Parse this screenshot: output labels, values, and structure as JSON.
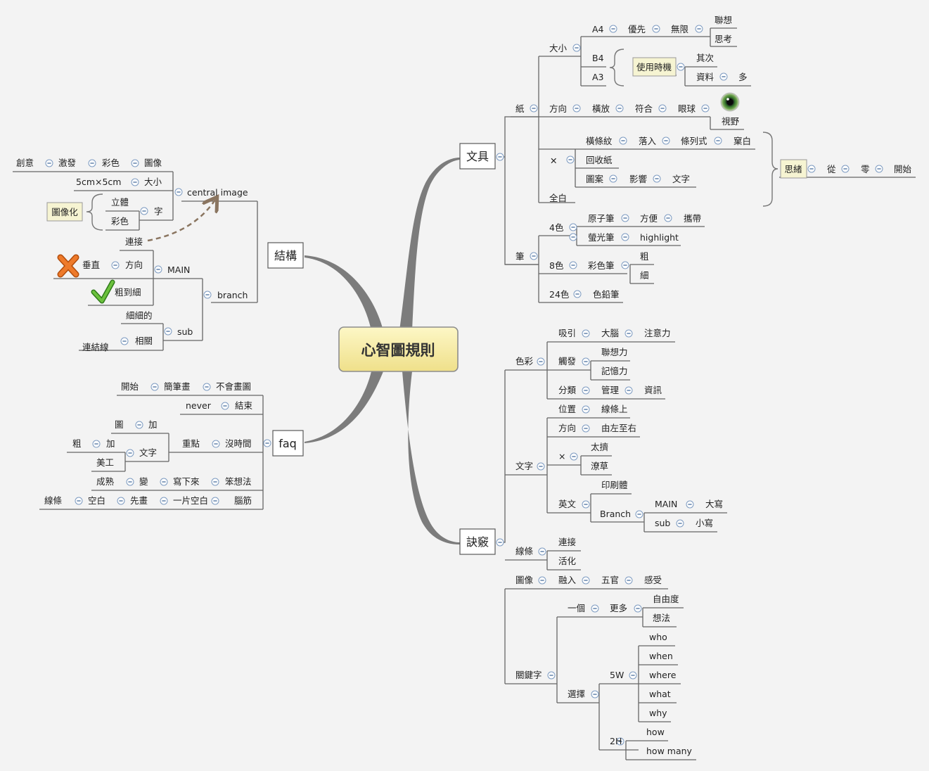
{
  "central_topic": "心智圖規則",
  "branches": {
    "wenju": "文具",
    "jiegou": "結構",
    "faq": "faq",
    "jueqiao": "訣竅"
  },
  "wenju": {
    "zhi": "紙",
    "daxiao": "大小",
    "a4": "A4",
    "youxian": "優先",
    "wuxian": "無限",
    "lianxiang": "聯想",
    "sikao": "思考",
    "b4": "B4",
    "a3": "A3",
    "shiyong": "使用時機",
    "qici": "其次",
    "ziliao": "資料",
    "duo": "多",
    "fangxiang": "方向",
    "hengfang": "橫放",
    "fuhe": "符合",
    "yanqiu": "眼球",
    "shiye": "視野",
    "x_mark": "✕",
    "hengtiaowen": "橫條紋",
    "luoru": "落入",
    "tiaolieshi": "條列式",
    "kuibai": "窠白",
    "huishouzhi": "回收紙",
    "tuan": "圖案",
    "yingxiang": "影響",
    "wenzi": "文字",
    "quanbai": "全白",
    "sixu": "思緒",
    "cong": "從",
    "ling": "零",
    "kaishi": "開始",
    "bi": "筆",
    "se4": "4色",
    "yuanzibi": "原子筆",
    "fangbian": "方便",
    "xiedai": "攜帶",
    "yingguangbi": "螢光筆",
    "highlight": "highlight",
    "se8": "8色",
    "caisebi": "彩色筆",
    "cu": "粗",
    "xi": "細",
    "se24": "24色",
    "seqianbi": "色鉛筆"
  },
  "jiegou": {
    "central_image": "central image",
    "chuangyi": "創意",
    "jifa": "激發",
    "caise": "彩色",
    "tuxiang": "圖像",
    "size_val": "5cm×5cm",
    "daxiao": "大小",
    "zi": "字",
    "liti": "立體",
    "caise2": "彩色",
    "tuxianghua": "圖像化",
    "lianjie": "連接",
    "main": "MAIN",
    "fangxiang": "方向",
    "chuizhi": "垂直",
    "cudaoxi": "粗到細",
    "branch": "branch",
    "sub": "sub",
    "xixide": "細細的",
    "xiangguan": "相關",
    "lianjiexian": "連結線"
  },
  "faq": {
    "kaishi": "開始",
    "jianbihua": "簡筆畫",
    "buhuihuatu": "不會畫圖",
    "never": "never",
    "jieshu": "結束",
    "meishijian": "沒時間",
    "zhongdian": "重點",
    "tu": "圖",
    "jia1": "加",
    "cu": "粗",
    "jia2": "加",
    "wenzi": "文字",
    "meigong": "美工",
    "benxiangfa": "笨想法",
    "xiexialai": "寫下來",
    "bian": "變",
    "chengshu": "成熟",
    "naojin": "腦筋",
    "yipiankongbai": "一片空白",
    "xianhua": "先畫",
    "kongbai": "空白",
    "xiantiao": "線條"
  },
  "jueqiao": {
    "secai": "色彩",
    "xiyin": "吸引",
    "danao": "大腦",
    "zhuyili": "注意力",
    "chufa": "觸發",
    "lianxiangli": "聯想力",
    "jiyili": "記憶力",
    "fenlei": "分類",
    "guanli": "管理",
    "zixun": "資訊",
    "wenzi": "文字",
    "weizhi": "位置",
    "xiantiaoshang": "線條上",
    "fangxiang": "方向",
    "youzuozhiyou": "由左至右",
    "x_mark": "×",
    "taiji": "太擠",
    "liaocao": "潦草",
    "yingwen": "英文",
    "yinshuati": "印刷體",
    "branch": "Branch",
    "main": "MAIN",
    "daxie": "大寫",
    "sub": "sub",
    "xiaoxie": "小寫",
    "xiantiao": "線條",
    "lianjie": "連接",
    "huohua": "活化",
    "tuxiang": "圖像",
    "rongru": "融入",
    "wuguan": "五官",
    "ganshou": "感受",
    "guanjianzi": "關鍵字",
    "yige": "一個",
    "gengduo": "更多",
    "ziyoudu": "自由度",
    "xiangfa": "想法",
    "xuanze": "選擇",
    "w5": "5W",
    "who": "who",
    "when": "when",
    "where": "where",
    "what": "what",
    "why": "why",
    "h2": "2H",
    "how": "how",
    "how_many": "how many"
  },
  "colors": {
    "background": "#f3f3f3",
    "central_fill": "#f7eea0",
    "connector": "#7a7a7a",
    "marker": "#4a6f9e",
    "cross": "#e36b1a",
    "check": "#52a62a"
  },
  "icons": [
    "eye-icon",
    "cross-mark-icon",
    "check-mark-icon",
    "collapse-marker-icon",
    "dashed-arrow-icon"
  ]
}
